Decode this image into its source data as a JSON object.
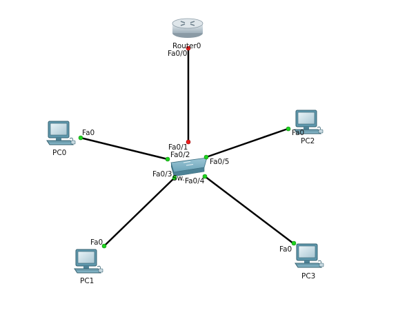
{
  "devices": {
    "router": {
      "name": "Router0",
      "port": "Fa0/0"
    },
    "switch": {
      "name": "Sw...",
      "ports": {
        "p1": "Fa0/1",
        "p2": "Fa0/2",
        "p3": "Fa0/3",
        "p4": "Fa0/4",
        "p5": "Fa0/5"
      }
    },
    "pc0": {
      "name": "PC0",
      "port": "Fa0"
    },
    "pc1": {
      "name": "PC1",
      "port": "Fa0"
    },
    "pc2": {
      "name": "PC2",
      "port": "Fa0"
    },
    "pc3": {
      "name": "PC3",
      "port": "Fa0"
    }
  },
  "links": [
    {
      "from": "Router0 Fa0/0",
      "to": "Switch Fa0/1",
      "status": "down"
    },
    {
      "from": "PC0 Fa0",
      "to": "Switch Fa0/2",
      "status": "up"
    },
    {
      "from": "PC1 Fa0",
      "to": "Switch Fa0/3",
      "status": "up"
    },
    {
      "from": "PC3 Fa0",
      "to": "Switch Fa0/4",
      "status": "up"
    },
    {
      "from": "PC2 Fa0",
      "to": "Switch Fa0/5",
      "status": "up"
    }
  ],
  "colors": {
    "link": "#000000",
    "port_up": "#1ed31e",
    "port_down": "#ee1c1c",
    "device_body": "#5f98ad"
  }
}
